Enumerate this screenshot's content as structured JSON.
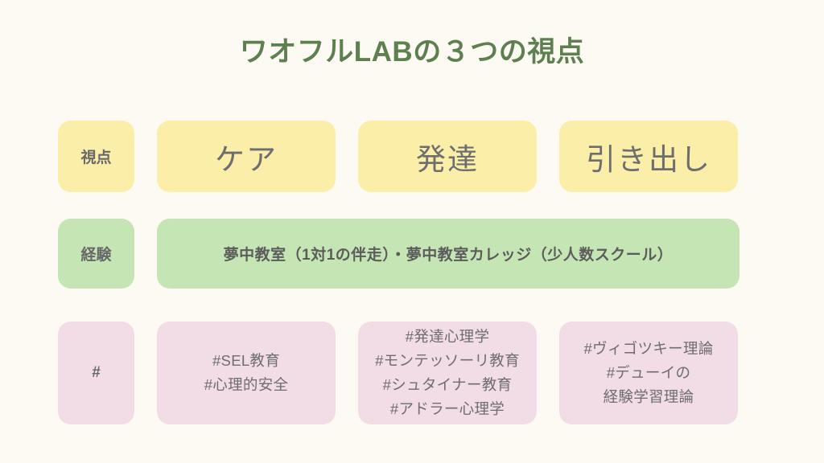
{
  "slide": {
    "title": "ワオフルLABの３つの視点",
    "background_color": "#FDFAF3",
    "title_color": "#5E8050"
  },
  "colors": {
    "yellow": "#FBEEA9",
    "green": "#C5E5B4",
    "pink": "#F2DCE6",
    "text_gray": "#6E6E6E",
    "label_gray": "#686868"
  },
  "rows": {
    "perspective": {
      "label": "視点",
      "cards": [
        {
          "text": "ケア"
        },
        {
          "text": "発達"
        },
        {
          "text": "引き出し"
        }
      ]
    },
    "experience": {
      "label": "経験",
      "card": {
        "text": "夢中教室（1対1の伴走）・夢中教室カレッジ（少人数スクール）"
      }
    },
    "hash": {
      "label": "#",
      "cards": [
        {
          "text": "#SEL教育\n#心理的安全"
        },
        {
          "text": "#発達心理学\n#モンテッソーリ教育\n#シュタイナー教育\n#アドラー心理学"
        },
        {
          "text": "#ヴィゴツキー理論\n#デューイの\n経験学習理論"
        }
      ]
    }
  }
}
